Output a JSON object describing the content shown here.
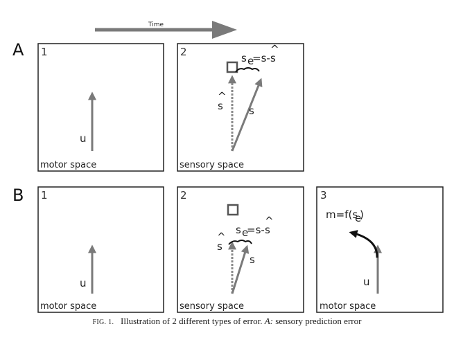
{
  "timeline": {
    "label": "Time"
  },
  "row_a": {
    "label": "A",
    "panel1": {
      "number": "1",
      "space": "motor space",
      "vector": "u"
    },
    "panel2": {
      "number": "2",
      "space": "sensory space",
      "predicted": "s",
      "actual": "s",
      "error_eq": "s",
      "error_sub": "e",
      "error_rhs": "=s- ",
      "error_hat": "s"
    }
  },
  "row_b": {
    "label": "B",
    "panel1": {
      "number": "1",
      "space": "motor space",
      "vector": "u"
    },
    "panel2": {
      "number": "2",
      "space": "sensory space",
      "predicted": "s",
      "actual": "s",
      "error_eq": "s",
      "error_sub": "e",
      "error_rhs": "=s- ",
      "error_hat": "s"
    },
    "panel3": {
      "number": "3",
      "space": "motor space",
      "vector": "u",
      "map_pre": "m=f(s",
      "map_sub": "e",
      "map_post": ")"
    }
  },
  "caption": {
    "fig": "FIG. 1.",
    "text": "Illustration of 2 different types of error.",
    "part": "A:",
    "rest": "sensory prediction error"
  },
  "colors": {
    "arrow": "#7a7a7a",
    "curve": "#111111",
    "box": "#222222"
  }
}
